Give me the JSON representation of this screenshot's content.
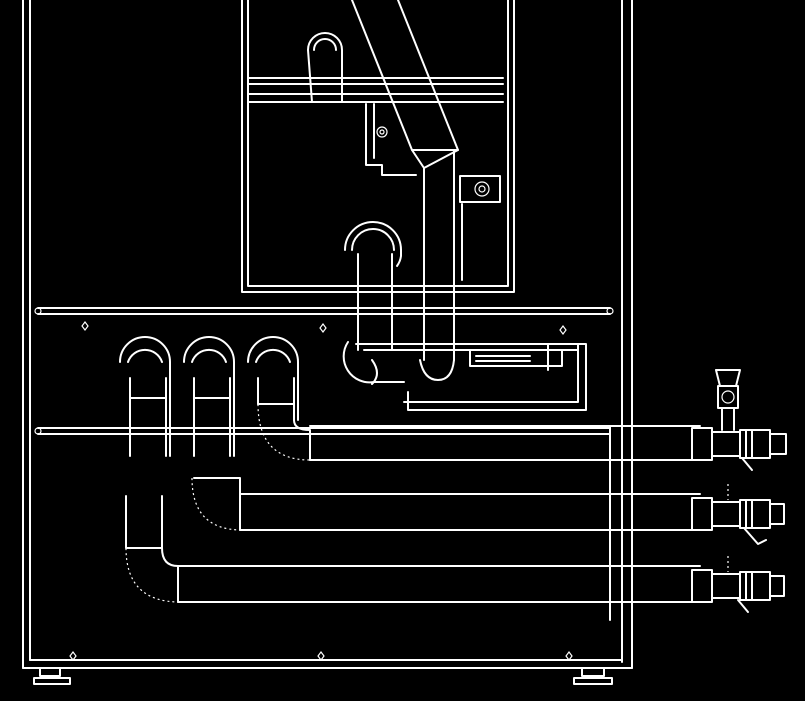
{
  "diagram": {
    "kind": "technical-line-drawing",
    "colors": {
      "background": "#000000",
      "line": "#ffffff"
    },
    "components": [
      "cabinet-frame",
      "upper-tank",
      "inclined-pipe",
      "manifold-pipes",
      "outlet-valves",
      "adjustable-feet"
    ]
  }
}
